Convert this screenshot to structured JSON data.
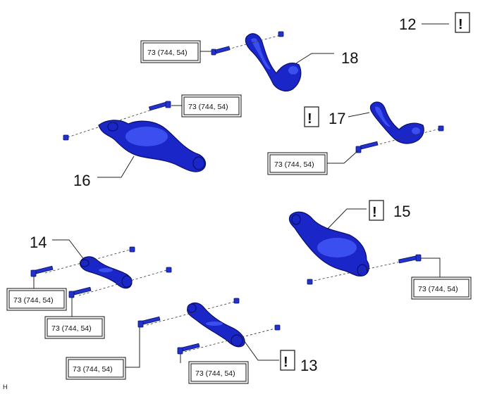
{
  "corner_code": "H",
  "torque_spec": "73 (744, 54)",
  "callouts": {
    "c12": "12",
    "c13": "13",
    "c14": "14",
    "c15": "15",
    "c16": "16",
    "c17": "17",
    "c18": "18"
  },
  "caution_mark": "!",
  "colors": {
    "part": "#1a26c8",
    "part_highlight": "#3b4ef0"
  },
  "icons": [
    "caution-icon",
    "bolt-icon",
    "nut-icon"
  ]
}
